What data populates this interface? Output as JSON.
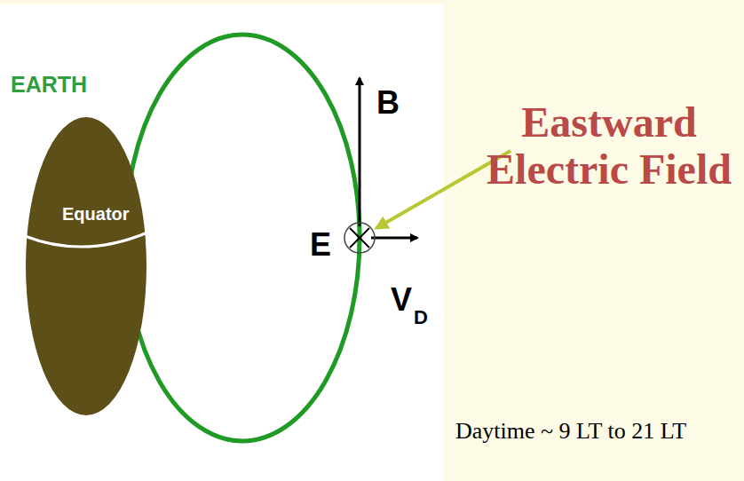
{
  "diagram": {
    "labels": [
      "EARTH",
      "Equator",
      "B",
      "E",
      "V",
      "D",
      "Eastward Electric Field",
      "Daytime ~ 9 LT to 21 LT"
    ]
  }
}
